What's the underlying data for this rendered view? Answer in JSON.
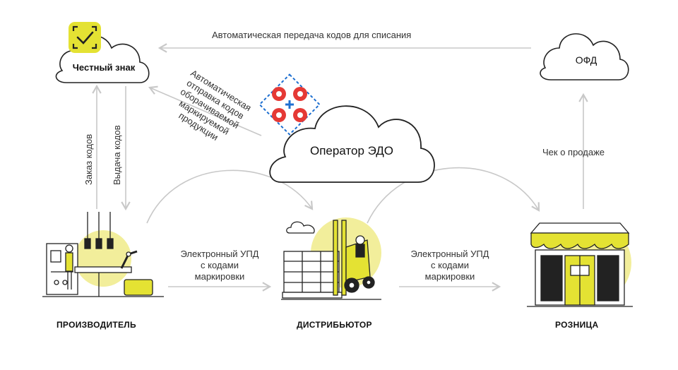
{
  "nodes": {
    "chestny_znak": "Честный знак",
    "ofd": "ОФД",
    "edo_operator": "Оператор ЭДО",
    "producer": "ПРОИЗВОДИТЕЛЬ",
    "distributor": "ДИСТРИБЬЮТОР",
    "retail": "РОЗНИЦА"
  },
  "flows": {
    "auto_writeoff": "Автоматическая передача кодов для списания",
    "auto_send_lines": [
      "Автоматическая",
      "отправка кодов",
      "оборачиваемой",
      "маркируемой",
      "продукции"
    ],
    "order_codes": "Заказ кодов",
    "issue_codes": "Выдача кодов",
    "sale_receipt": "Чек о продаже",
    "upd_1_lines": [
      "Электронный УПД",
      "с кодами",
      "маркировки"
    ],
    "upd_2_lines": [
      "Электронный УПД",
      "с кодами",
      "маркировки"
    ]
  },
  "colors": {
    "accent_yellow": "#f2ee9b",
    "logo_yellow": "#e4e233",
    "edo_red": "#e53935",
    "edo_blue": "#1e6fd0",
    "arrow_gray": "#c8c8c8",
    "outline": "#222222"
  },
  "icons": [
    "checkmark-logo-icon",
    "edo-logo-icon",
    "factory-illustration",
    "forklift-illustration",
    "store-illustration"
  ]
}
